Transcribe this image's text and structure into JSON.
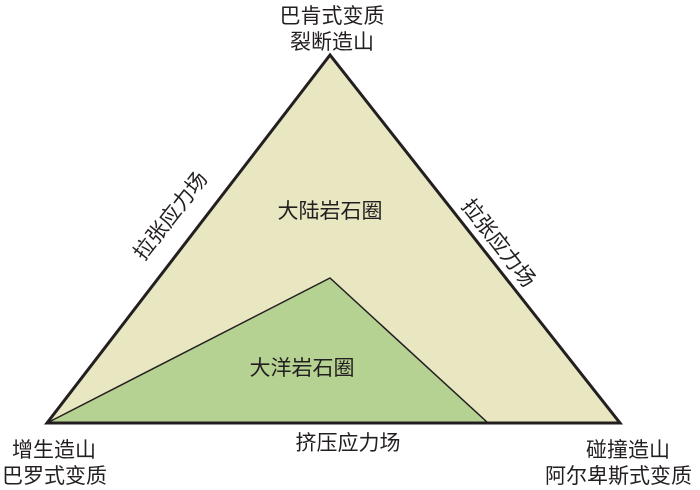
{
  "diagram": {
    "top_vertex": {
      "line1": "巴肯式变质",
      "line2": "裂断造山"
    },
    "left_vertex": {
      "line1": "增生造山",
      "line2": "巴罗式变质"
    },
    "right_vertex": {
      "line1": "碰撞造山",
      "line2": "阿尔卑斯式变质"
    },
    "left_edge_label": "拉张应力场",
    "right_edge_label": "拉张应力场",
    "bottom_edge_label": "挤压应力场",
    "outer_region_label": "大陆岩石圈",
    "inner_region_label": "大洋岩石圈",
    "colors": {
      "continental": "#e9e6c2",
      "oceanic": "#b6d293",
      "stroke": "#231f20"
    }
  }
}
